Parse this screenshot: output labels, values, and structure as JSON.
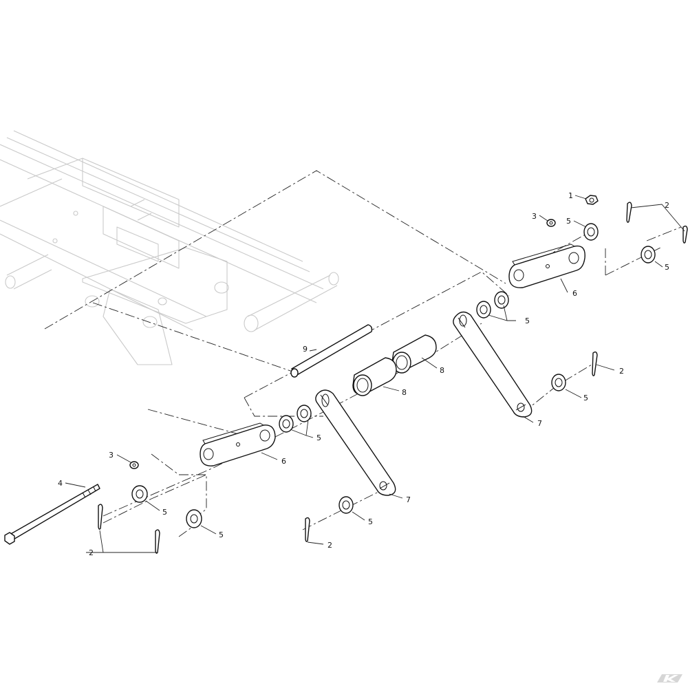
{
  "callouts": [
    {
      "id": "c1",
      "label": "1"
    },
    {
      "id": "c2a",
      "label": "2"
    },
    {
      "id": "c3a",
      "label": "3"
    },
    {
      "id": "c5a",
      "label": "5"
    },
    {
      "id": "c5b",
      "label": "5"
    },
    {
      "id": "c6a",
      "label": "6"
    },
    {
      "id": "c5c",
      "label": "5"
    },
    {
      "id": "c2b",
      "label": "2"
    },
    {
      "id": "c5d",
      "label": "5"
    },
    {
      "id": "c8a",
      "label": "8"
    },
    {
      "id": "c9",
      "label": "9"
    },
    {
      "id": "c8b",
      "label": "8"
    },
    {
      "id": "c7a",
      "label": "7"
    },
    {
      "id": "c5e",
      "label": "5"
    },
    {
      "id": "c3b",
      "label": "3"
    },
    {
      "id": "c6b",
      "label": "6"
    },
    {
      "id": "c4",
      "label": "4"
    },
    {
      "id": "c5f",
      "label": "5"
    },
    {
      "id": "c5g",
      "label": "5"
    },
    {
      "id": "c7b",
      "label": "7"
    },
    {
      "id": "c5h",
      "label": "5"
    },
    {
      "id": "c2c",
      "label": "2"
    },
    {
      "id": "c2d",
      "label": "2"
    }
  ],
  "logo": {
    "text": "K",
    "color": "#cfcfcf"
  }
}
